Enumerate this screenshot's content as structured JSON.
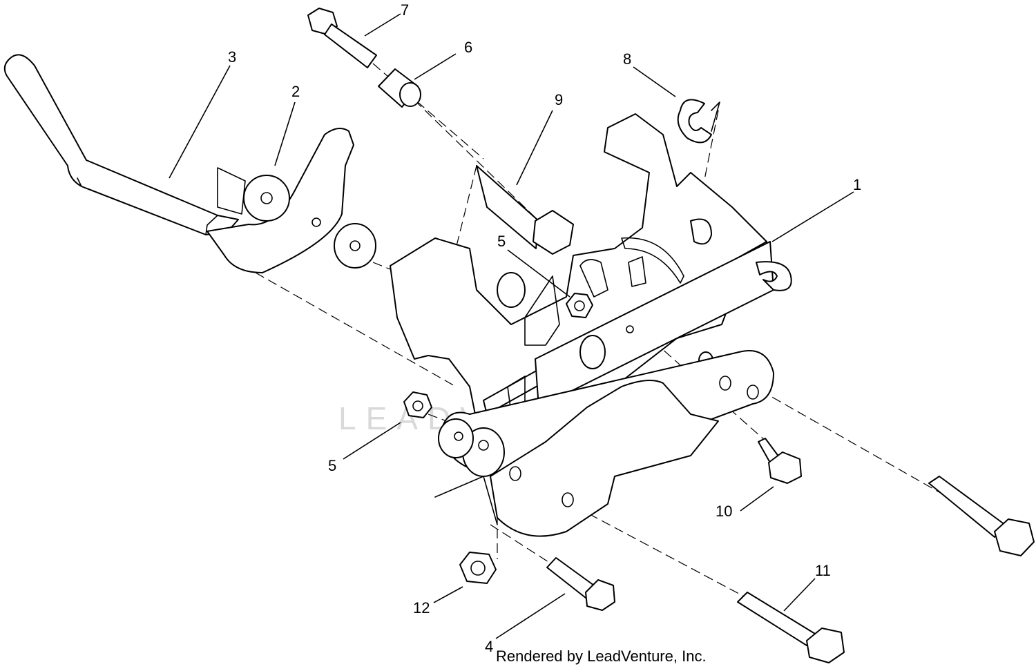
{
  "watermark": "LEADVENTURE",
  "credit": "Rendered by LeadVenture, Inc.",
  "callouts": {
    "c1": "1",
    "c2": "2",
    "c3": "3",
    "c4": "4",
    "c5a": "5",
    "c5b": "5",
    "c6": "6",
    "c7": "7",
    "c8": "8",
    "c9": "9",
    "c10": "10",
    "c11": "11",
    "c12": "12"
  }
}
